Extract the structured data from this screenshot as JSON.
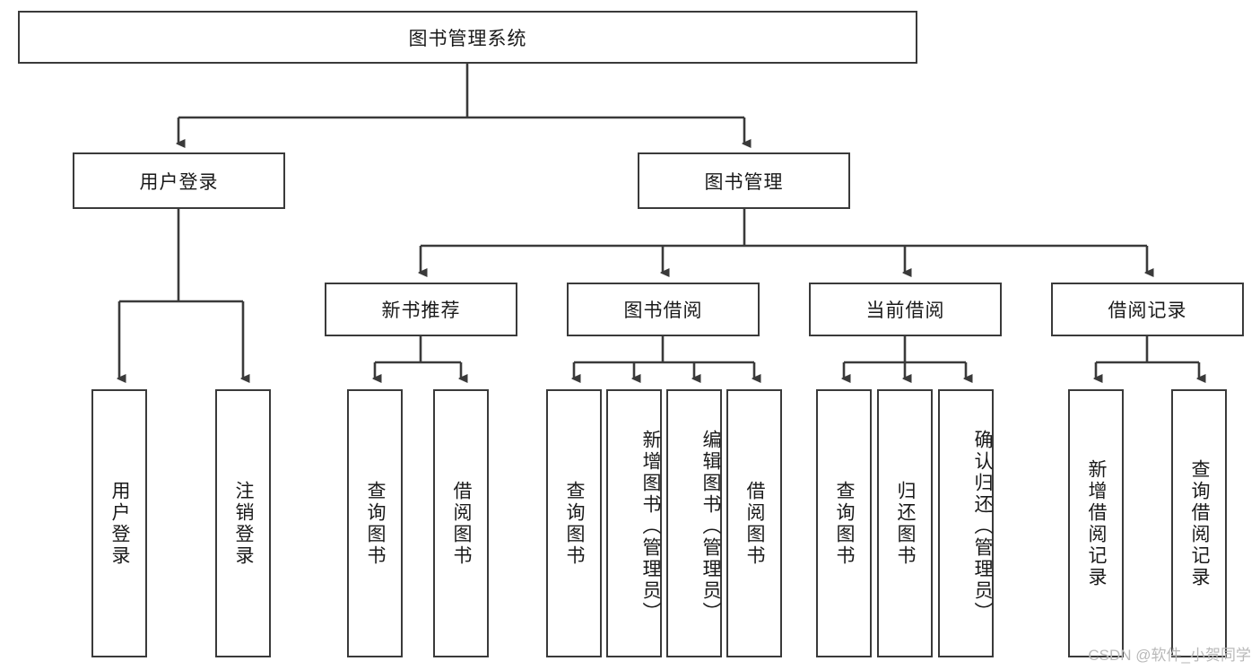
{
  "diagram": {
    "title": "图书管理系统",
    "type": "hierarchy-tree",
    "colors": {
      "stroke": "#3a3a3a",
      "fill": "#ffffff",
      "text": "#1a1a1a",
      "watermark": "#b9b9b9"
    },
    "root": {
      "label": "图书管理系统"
    },
    "level2": [
      {
        "label": "用户登录"
      },
      {
        "label": "图书管理"
      }
    ],
    "level3": [
      {
        "label": "新书推荐"
      },
      {
        "label": "图书借阅"
      },
      {
        "label": "当前借阅"
      },
      {
        "label": "借阅记录"
      }
    ],
    "leaves": {
      "user_login": [
        {
          "label": "用户登录"
        },
        {
          "label": "注销登录"
        }
      ],
      "new_book_recommend": [
        {
          "label": "查询图书"
        },
        {
          "label": "借阅图书"
        }
      ],
      "book_borrow": [
        {
          "label": "查询图书"
        },
        {
          "label": "新增图书（管理员）"
        },
        {
          "label": "编辑图书（管理员）"
        },
        {
          "label": "借阅图书"
        }
      ],
      "current_borrow": [
        {
          "label": "查询图书"
        },
        {
          "label": "归还图书"
        },
        {
          "label": "确认归还（管理员）"
        }
      ],
      "borrow_record": [
        {
          "label": "新增借阅记录"
        },
        {
          "label": "查询借阅记录"
        }
      ]
    }
  },
  "watermark": {
    "text": "CSDN @软件_小贺同学"
  }
}
